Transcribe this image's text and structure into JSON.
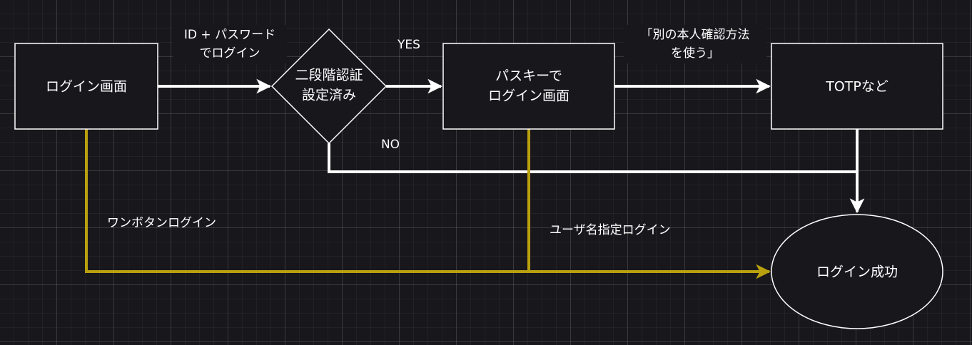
{
  "nodes": {
    "login_screen": "ログイン画面",
    "two_factor_line1": "二段階認証",
    "two_factor_line2": "設定済み",
    "passkey_line1": "パスキーで",
    "passkey_line2": "ログイン画面",
    "totp": "TOTPなど",
    "login_success": "ログイン成功"
  },
  "edges": {
    "id_password_line1": "ID + パスワード",
    "id_password_line2": "でログイン",
    "yes": "YES",
    "no": "NO",
    "other_auth_line1": "「別の本人確認方法",
    "other_auth_line2": "を使う」",
    "one_button": "ワンボタンログイン",
    "username_login": "ユーザ名指定ログイン"
  },
  "colors": {
    "background": "#18171c",
    "node_fill": "#18171c",
    "stroke": "#ffffff",
    "highlight_line": "#b8a00e"
  }
}
